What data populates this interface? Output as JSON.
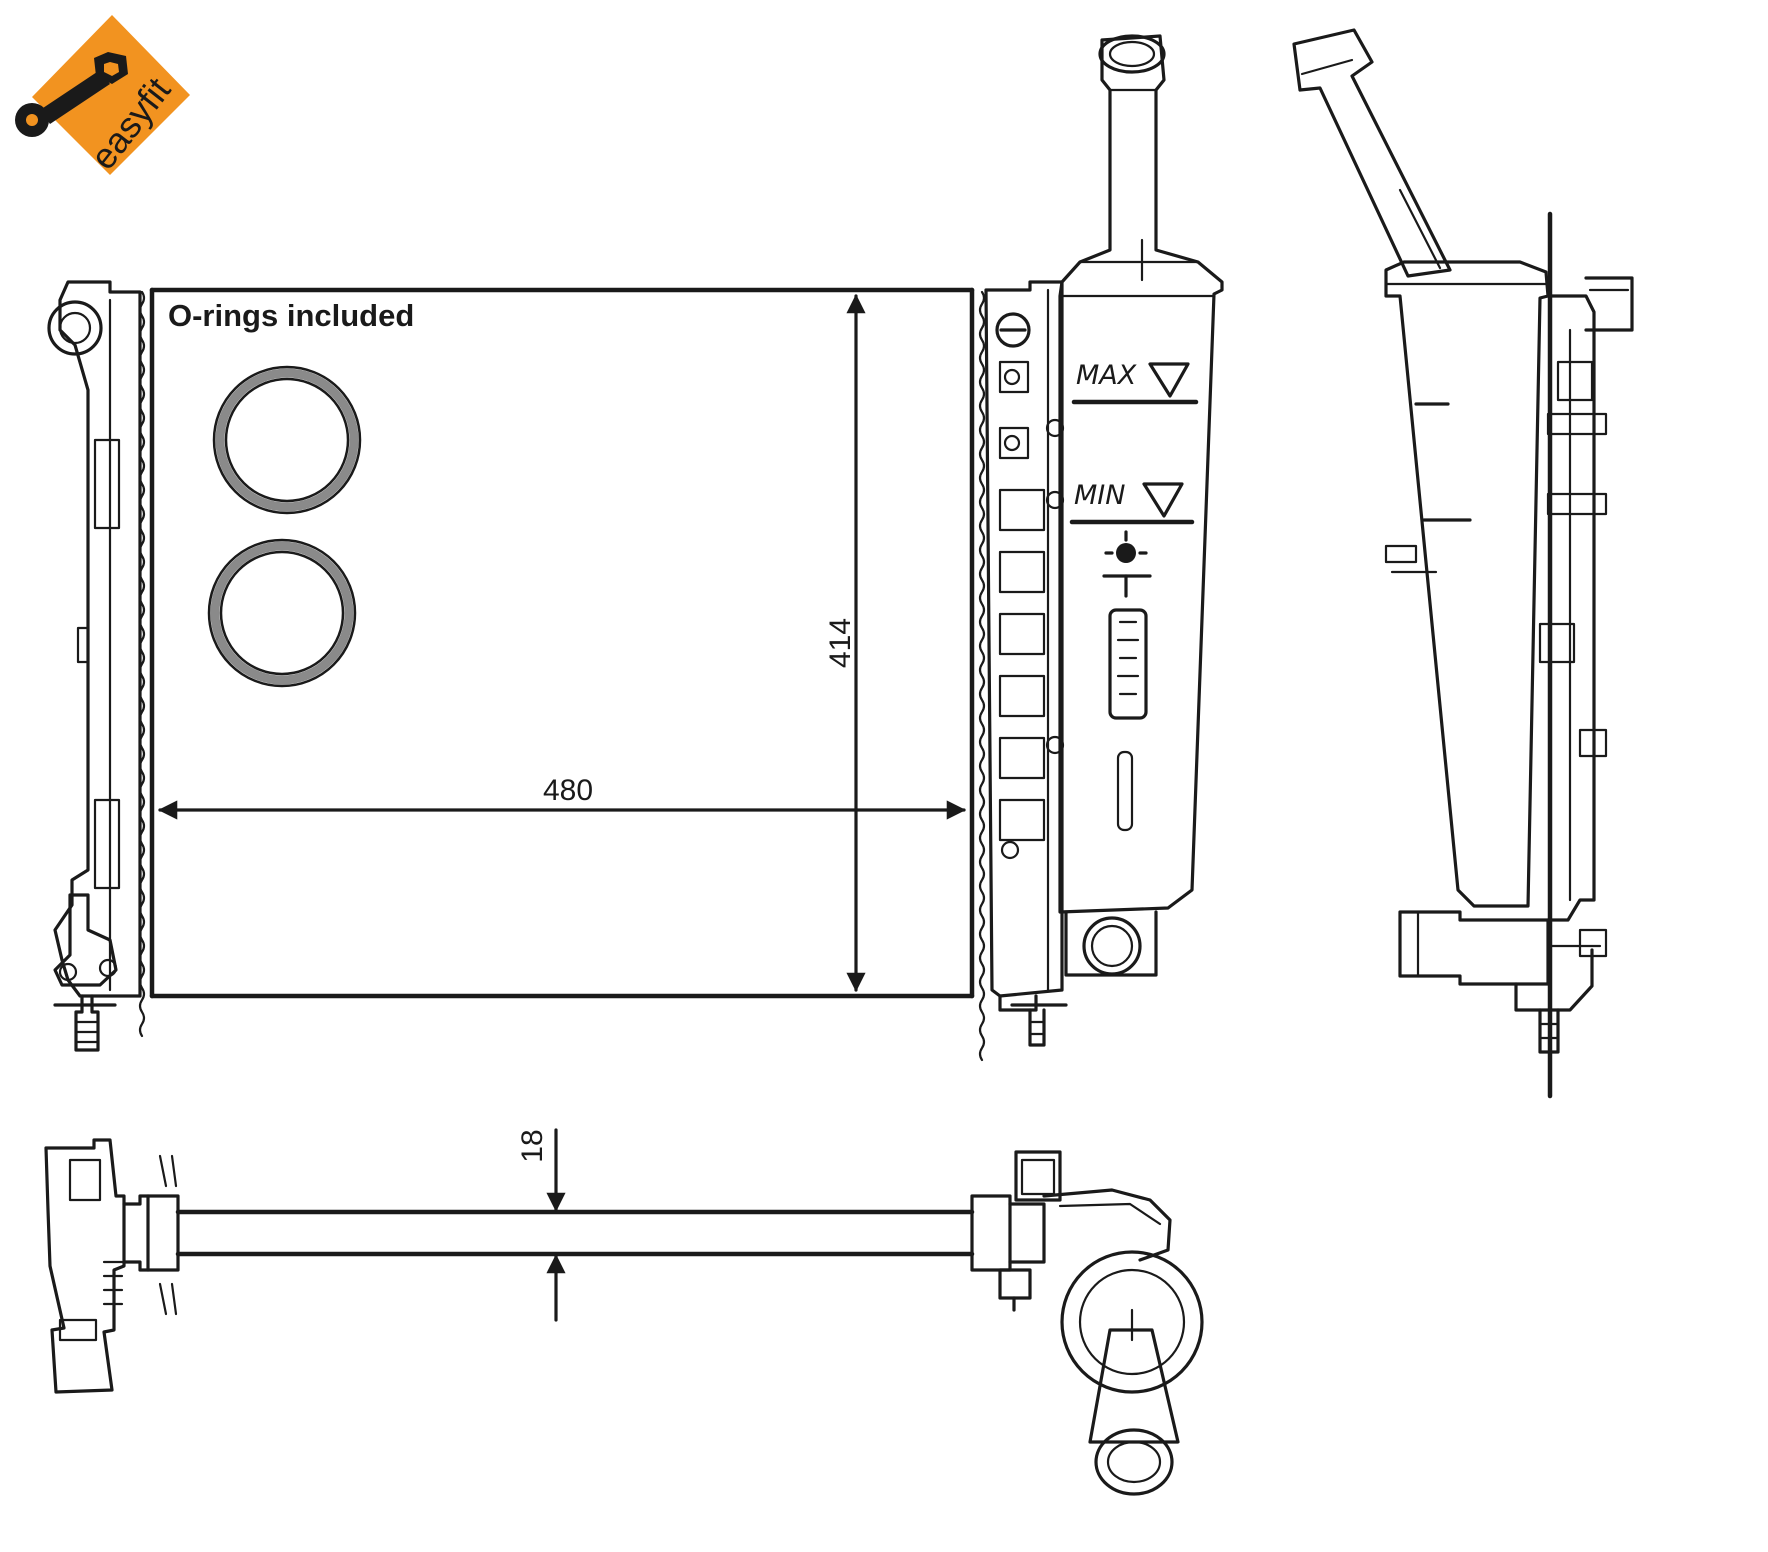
{
  "logo": {
    "brand_text": "easyfit",
    "color": "#f29320"
  },
  "note": {
    "text": "O-rings included"
  },
  "tank_labels": {
    "max": "MAX",
    "min": "MIN"
  },
  "dimensions": {
    "width": "480",
    "height": "414",
    "thickness": "18"
  },
  "colors": {
    "line": "#1a1a1a",
    "o_ring_fill": "#888888",
    "background": "#ffffff"
  }
}
